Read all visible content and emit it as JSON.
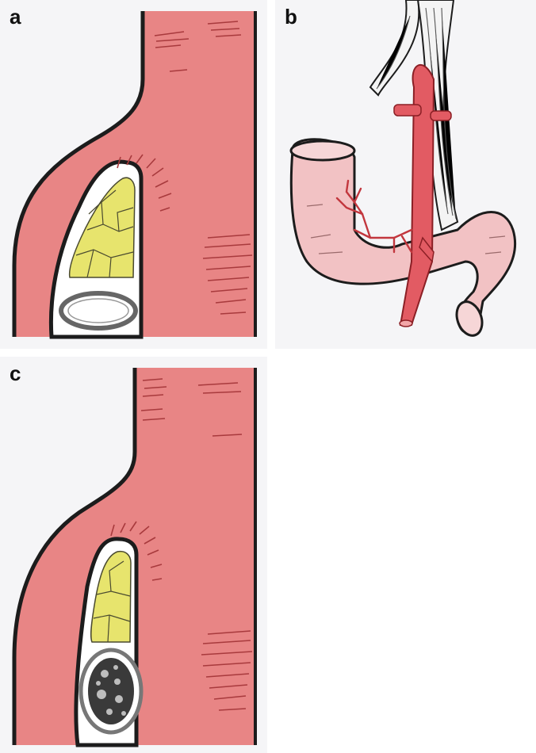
{
  "panels": [
    {
      "label": "a"
    },
    {
      "label": "b"
    },
    {
      "label": "c"
    }
  ],
  "colors": {
    "tissue": "#e88585",
    "tissue_light": "#f2c2c4",
    "vessel": "#e25b63",
    "fat": "#e7e46d",
    "outline": "#1c1c1c",
    "background": "#f5f5f7",
    "ligament": "#f4f4f4"
  }
}
